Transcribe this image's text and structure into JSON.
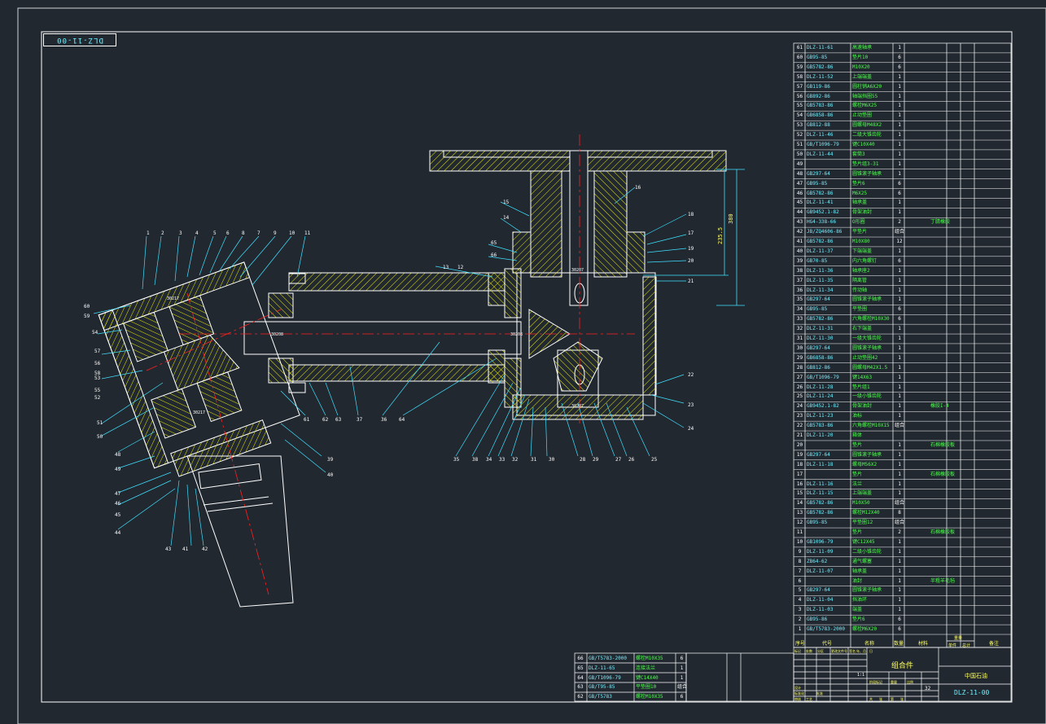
{
  "drawing": {
    "rotated_code": "DLZ-11-00",
    "title_block": {
      "assembly_name": "组合件",
      "drawing_no": "DLZ-11-00",
      "company": "中国石油",
      "scale": "1:1",
      "sheet": "32",
      "labels": [
        "标记",
        "处数",
        "分区",
        "更改文件号",
        "签名",
        "年、月、日",
        "设计",
        "标准化",
        "审核",
        "工艺",
        "批准",
        "阶段标记",
        "重量",
        "比例",
        "共",
        "张",
        "第",
        "张"
      ]
    },
    "bom_header": [
      "序号",
      "代号",
      "名称",
      "数量",
      "材料",
      "单件",
      "总计",
      "备注"
    ],
    "bom_header_top": [
      "重量"
    ],
    "bom": [
      {
        "no": "61",
        "code": "DLZ-11-61",
        "name": "高速轴承",
        "qty": "1",
        "mat": "",
        "note": ""
      },
      {
        "no": "60",
        "code": "GB95-85",
        "name": "垫片10",
        "qty": "6",
        "mat": "",
        "note": ""
      },
      {
        "no": "59",
        "code": "GB5782-86",
        "name": "M10X20",
        "qty": "6",
        "mat": "",
        "note": ""
      },
      {
        "no": "58",
        "code": "DLZ-11-52",
        "name": "上端端盖",
        "qty": "1",
        "mat": "",
        "note": ""
      },
      {
        "no": "57",
        "code": "GB119-86",
        "name": "圆柱销A6X20",
        "qty": "1",
        "mat": "",
        "note": ""
      },
      {
        "no": "56",
        "code": "GB892-86",
        "name": "轴端挡圈55",
        "qty": "1",
        "mat": "",
        "note": ""
      },
      {
        "no": "55",
        "code": "GB5783-86",
        "name": "螺栓M6X25",
        "qty": "1",
        "mat": "",
        "note": ""
      },
      {
        "no": "54",
        "code": "GB6858-86",
        "name": "止动垫圈",
        "qty": "1",
        "mat": "",
        "note": ""
      },
      {
        "no": "53",
        "code": "GB812-88",
        "name": "圆螺母M48X2",
        "qty": "1",
        "mat": "",
        "note": ""
      },
      {
        "no": "52",
        "code": "DLZ-11-46",
        "name": "二级大锥齿轮",
        "qty": "1",
        "mat": "",
        "note": ""
      },
      {
        "no": "51",
        "code": "GB/T1096-79",
        "name": "键C10X40",
        "qty": "1",
        "mat": "",
        "note": ""
      },
      {
        "no": "50",
        "code": "DLZ-11-44",
        "name": "套筒3",
        "qty": "1",
        "mat": "",
        "note": ""
      },
      {
        "no": "49",
        "code": "",
        "name": "垫片组3-31",
        "qty": "1",
        "mat": "",
        "note": ""
      },
      {
        "no": "48",
        "code": "GB297-64",
        "name": "圆锥滚子轴承",
        "qty": "1",
        "mat": "",
        "note": ""
      },
      {
        "no": "47",
        "code": "GB95-85",
        "name": "垫片6",
        "qty": "6",
        "mat": "",
        "note": ""
      },
      {
        "no": "46",
        "code": "GB5782-86",
        "name": "M6X25",
        "qty": "6",
        "mat": "",
        "note": ""
      },
      {
        "no": "45",
        "code": "DLZ-11-41",
        "name": "轴承盖",
        "qty": "1",
        "mat": "",
        "note": ""
      },
      {
        "no": "44",
        "code": "GB9452.1-82",
        "name": "骨架油封",
        "qty": "1",
        "mat": "",
        "note": ""
      },
      {
        "no": "43",
        "code": "HG4-338-66",
        "name": "O形圈",
        "qty": "2",
        "mat": "",
        "note": "丁腈橡胶"
      },
      {
        "no": "42",
        "code": "JB/ZQ4606-86",
        "name": "平垫片",
        "qty": "组合",
        "mat": "",
        "note": ""
      },
      {
        "no": "41",
        "code": "GB5782-86",
        "name": "M10X80",
        "qty": "12",
        "mat": "",
        "note": ""
      },
      {
        "no": "40",
        "code": "DLZ-11-37",
        "name": "下端端盖",
        "qty": "1",
        "mat": "",
        "note": ""
      },
      {
        "no": "39",
        "code": "GB70-85",
        "name": "内六角螺钉",
        "qty": "6",
        "mat": "",
        "note": ""
      },
      {
        "no": "38",
        "code": "DLZ-11-36",
        "name": "轴承座2",
        "qty": "1",
        "mat": "",
        "note": ""
      },
      {
        "no": "37",
        "code": "DLZ-11-35",
        "name": "隔离管",
        "qty": "1",
        "mat": "",
        "note": ""
      },
      {
        "no": "36",
        "code": "DLZ-11-34",
        "name": "传动轴",
        "qty": "1",
        "mat": "",
        "note": ""
      },
      {
        "no": "35",
        "code": "GB297-64",
        "name": "圆锥滚子轴承",
        "qty": "1",
        "mat": "",
        "note": ""
      },
      {
        "no": "34",
        "code": "GB95-85",
        "name": "平垫圈",
        "qty": "6",
        "mat": "",
        "note": ""
      },
      {
        "no": "33",
        "code": "GB5782-86",
        "name": "六角螺栓M10X30",
        "qty": "6",
        "mat": "",
        "note": ""
      },
      {
        "no": "32",
        "code": "DLZ-11-31",
        "name": "右下端盖",
        "qty": "1",
        "mat": "",
        "note": ""
      },
      {
        "no": "31",
        "code": "DLZ-11-30",
        "name": "一级大锥齿轮",
        "qty": "1",
        "mat": "",
        "note": ""
      },
      {
        "no": "30",
        "code": "GB297-64",
        "name": "圆锥滚子轴承",
        "qty": "1",
        "mat": "",
        "note": ""
      },
      {
        "no": "29",
        "code": "GB6858-86",
        "name": "止动垫圈42",
        "qty": "1",
        "mat": "",
        "note": ""
      },
      {
        "no": "28",
        "code": "GB812-86",
        "name": "圆螺母M42X1.5",
        "qty": "1",
        "mat": "",
        "note": ""
      },
      {
        "no": "27",
        "code": "GB/T1096-79",
        "name": "键14X63",
        "qty": "1",
        "mat": "",
        "note": ""
      },
      {
        "no": "26",
        "code": "DLZ-11-28",
        "name": "垫片组1",
        "qty": "1",
        "mat": "",
        "note": ""
      },
      {
        "no": "25",
        "code": "DLZ-11-24",
        "name": "一级小锥齿轮",
        "qty": "1",
        "mat": "",
        "note": ""
      },
      {
        "no": "24",
        "code": "GB9452.1-82",
        "name": "骨架油封",
        "qty": "1",
        "mat": "",
        "note": "橡胶I-4"
      },
      {
        "no": "23",
        "code": "DLZ-11-23",
        "name": "油标",
        "qty": "1",
        "mat": "",
        "note": ""
      },
      {
        "no": "22",
        "code": "GB5783-86",
        "name": "六角螺栓M10X15",
        "qty": "组合",
        "mat": "",
        "note": ""
      },
      {
        "no": "21",
        "code": "DLZ-11-20",
        "name": "箱体",
        "qty": "",
        "mat": "",
        "note": ""
      },
      {
        "no": "20",
        "code": "",
        "name": "垫片",
        "qty": "1",
        "mat": "",
        "note": "石棉橡胶板"
      },
      {
        "no": "19",
        "code": "GB297-64",
        "name": "圆锥滚子轴承",
        "qty": "1",
        "mat": "",
        "note": ""
      },
      {
        "no": "18",
        "code": "DLZ-11-18",
        "name": "螺母M56X2",
        "qty": "1",
        "mat": "",
        "note": ""
      },
      {
        "no": "17",
        "code": "",
        "name": "垫片",
        "qty": "1",
        "mat": "",
        "note": "石棉橡胶板"
      },
      {
        "no": "16",
        "code": "DLZ-11-16",
        "name": "法兰",
        "qty": "1",
        "mat": "",
        "note": ""
      },
      {
        "no": "15",
        "code": "DLZ-11-15",
        "name": "上端端盖",
        "qty": "1",
        "mat": "",
        "note": ""
      },
      {
        "no": "14",
        "code": "GB5782-86",
        "name": "M10X50",
        "qty": "组合",
        "mat": "",
        "note": ""
      },
      {
        "no": "13",
        "code": "GB5782-86",
        "name": "螺栓M12X40",
        "qty": "8",
        "mat": "",
        "note": ""
      },
      {
        "no": "12",
        "code": "GB95-85",
        "name": "平垫圈12",
        "qty": "组合",
        "mat": "",
        "note": ""
      },
      {
        "no": "11",
        "code": "",
        "name": "垫片",
        "qty": "2",
        "mat": "",
        "note": "石棉橡胶板"
      },
      {
        "no": "10",
        "code": "GB1096-79",
        "name": "键C12X45",
        "qty": "1",
        "mat": "",
        "note": ""
      },
      {
        "no": "9",
        "code": "DLZ-11-09",
        "name": "二级小锥齿轮",
        "qty": "1",
        "mat": "",
        "note": ""
      },
      {
        "no": "8",
        "code": "ZB64-62",
        "name": "通气螺塞",
        "qty": "1",
        "mat": "",
        "note": ""
      },
      {
        "no": "7",
        "code": "DLZ-11-07",
        "name": "轴承盖",
        "qty": "1",
        "mat": "",
        "note": ""
      },
      {
        "no": "6",
        "code": "",
        "name": "油封",
        "qty": "1",
        "mat": "",
        "note": "半粗羊毛毡"
      },
      {
        "no": "5",
        "code": "GB297-64",
        "name": "圆锥滚子轴承",
        "qty": "1",
        "mat": "",
        "note": ""
      },
      {
        "no": "4",
        "code": "DLZ-11-04",
        "name": "挡油环",
        "qty": "1",
        "mat": "",
        "note": ""
      },
      {
        "no": "3",
        "code": "DLZ-11-03",
        "name": "端盖",
        "qty": "1",
        "mat": "",
        "note": ""
      },
      {
        "no": "2",
        "code": "GB95-86",
        "name": "垫片6",
        "qty": "6",
        "mat": "",
        "note": ""
      },
      {
        "no": "1",
        "code": "GB/T5783-2000",
        "name": "螺栓M6X20",
        "qty": "6",
        "mat": "",
        "note": ""
      }
    ],
    "bom_small": [
      {
        "no": "66",
        "code": "GB/T5783-2000",
        "name": "螺栓M10X35",
        "qty": "6"
      },
      {
        "no": "65",
        "code": "DLZ-11-65",
        "name": "连接法兰",
        "qty": "1"
      },
      {
        "no": "64",
        "code": "GB/T1096-79",
        "name": "键C14X40",
        "qty": "1"
      },
      {
        "no": "63",
        "code": "GB/T95-85",
        "name": "平垫圈10",
        "qty": "组合"
      },
      {
        "no": "62",
        "code": "GB/T5783",
        "name": "螺栓M10X35",
        "qty": "6"
      }
    ],
    "dimensions": [
      "380",
      "235.5"
    ],
    "callouts": [
      "1",
      "2",
      "3",
      "4",
      "5",
      "6",
      "7",
      "8",
      "9",
      "10",
      "11",
      "12",
      "13",
      "14",
      "15",
      "16",
      "17",
      "18",
      "19",
      "20",
      "21",
      "22",
      "23",
      "24",
      "25",
      "26",
      "27",
      "28",
      "29",
      "30",
      "31",
      "32",
      "33",
      "34",
      "35",
      "36",
      "37",
      "38",
      "39",
      "40",
      "41",
      "42",
      "43",
      "44",
      "45",
      "46",
      "47",
      "48",
      "49",
      "50",
      "51",
      "52",
      "53",
      "54",
      "55",
      "56",
      "57",
      "58",
      "59",
      "60",
      "61",
      "62",
      "63",
      "64",
      "65",
      "66"
    ],
    "part_labels": [
      "30217",
      "30217",
      "30208",
      "30208",
      "30207",
      "30207"
    ]
  },
  "colors": {
    "background": "#212830",
    "outline": "#ffffff",
    "hatch": "#e8e800",
    "centerline": "#ff2020",
    "leader": "#40e0ff",
    "text_code": "#6cf0ff",
    "text_name": "#4cff4c",
    "header": "#ffff66"
  }
}
